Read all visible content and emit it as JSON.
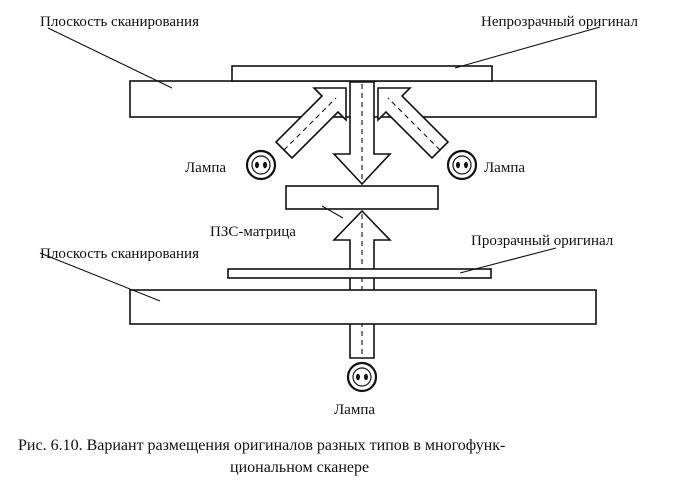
{
  "labels": {
    "scan_plane_top": "Плоскость сканирования",
    "opaque_original": "Непрозрачный оригинал",
    "lamp_left": "Лампа",
    "lamp_right": "Лампа",
    "ccd_matrix": "ПЗС-матрица",
    "scan_plane_bottom": "Плоскость сканирования",
    "transparent_original": "Прозрачный оригинал",
    "lamp_bottom": "Лампа"
  },
  "caption": {
    "line1": "Рис. 6.10. Вариант размещения оригиналов разных типов в многофунк-",
    "line2": "циональном сканере"
  }
}
